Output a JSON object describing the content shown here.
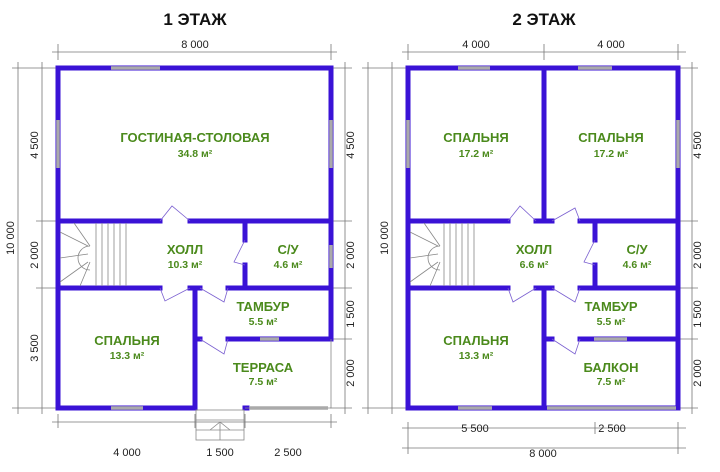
{
  "floor1": {
    "title": "1 ЭТАЖ",
    "dims": {
      "top": "8 000",
      "total_left": "10 000",
      "left": [
        "4 500",
        "2 000",
        "3 500"
      ],
      "right": [
        "4 500",
        "2 000",
        "1 500",
        "2 000"
      ],
      "bottom": [
        "4 000",
        "1 500",
        "2 500"
      ]
    },
    "rooms": [
      {
        "name": "ГОСТИНАЯ-СТОЛОВАЯ",
        "area": "34.8 м²"
      },
      {
        "name": "ХОЛЛ",
        "area": "10.3 м²"
      },
      {
        "name": "С/У",
        "area": "4.6 м²"
      },
      {
        "name": "ТАМБУР",
        "area": "5.5 м²"
      },
      {
        "name": "СПАЛЬНЯ",
        "area": "13.3 м²"
      },
      {
        "name": "ТЕРРАСА",
        "area": "7.5 м²"
      }
    ]
  },
  "floor2": {
    "title": "2 ЭТАЖ",
    "dims": {
      "top": [
        "4 000",
        "4 000"
      ],
      "total_left": "10 000",
      "right": [
        "4 500",
        "2 000",
        "1 500",
        "2 000"
      ],
      "bottom": [
        "5 500",
        "2 500"
      ],
      "total_bottom": "8 000"
    },
    "rooms": [
      {
        "name": "СПАЛЬНЯ",
        "area": "17.2 м²"
      },
      {
        "name": "СПАЛЬНЯ",
        "area": "17.2 м²"
      },
      {
        "name": "ХОЛЛ",
        "area": "6.6 м²"
      },
      {
        "name": "С/У",
        "area": "4.6 м²"
      },
      {
        "name": "ТАМБУР",
        "area": "5.5 м²"
      },
      {
        "name": "СПАЛЬНЯ",
        "area": "13.3 м²"
      },
      {
        "name": "БАЛКОН",
        "area": "7.5 м²"
      }
    ]
  }
}
